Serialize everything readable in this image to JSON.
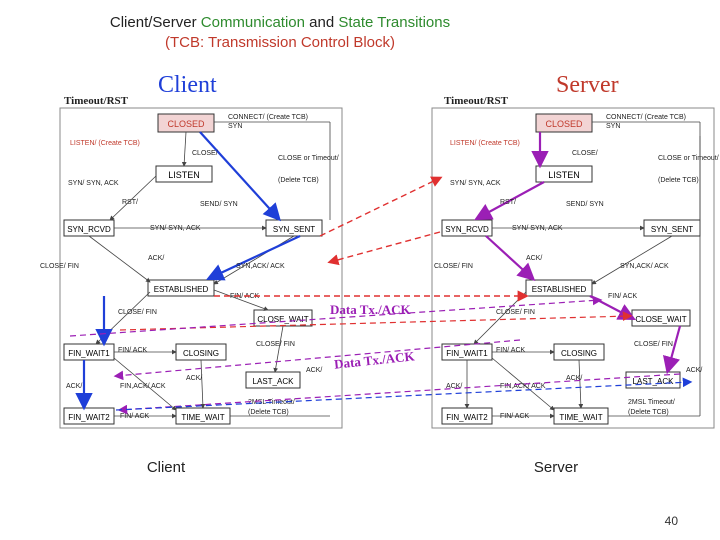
{
  "title": {
    "prefix": "Client/Server ",
    "green_word": "Communication",
    "mid": " and ",
    "green_word2": "State Transitions",
    "subtitle": "(TCB: Transmission Control Block)"
  },
  "client": {
    "heading": "Client",
    "timeout_label": "Timeout/RST",
    "bottom_label": "Client"
  },
  "server": {
    "heading": "Server",
    "timeout_label": "Timeout/RST",
    "bottom_label": "Server"
  },
  "states": {
    "closed": "CLOSED",
    "listen": "LISTEN",
    "syn_rcvd": "SYN_RCVD",
    "syn_sent": "SYN_SENT",
    "established": "ESTABLISHED",
    "close_wait": "CLOSE_WAIT",
    "fin_wait1": "FIN_WAIT1",
    "closing": "CLOSING",
    "last_ack": "LAST_ACK",
    "fin_wait2": "FIN_WAIT2",
    "time_wait": "TIME_WAIT"
  },
  "labels": {
    "connect": "CONNECT/ (Create TCB)",
    "syn": "SYN",
    "listen_create": "LISTEN/ (Create TCB)",
    "close": "CLOSE/",
    "close_or_timeout": "CLOSE or Timeout/",
    "delete_tcb": "(Delete TCB)",
    "syn_syn_ack": "SYN/ SYN, ACK",
    "rst": "RST/",
    "send_syn": "SEND/ SYN",
    "syn_syn_ack2": "SYN/ SYN, ACK",
    "ack": "ACK/",
    "synack_ack": "SYN,ACK/ ACK",
    "close_fin": "CLOSE/ FIN",
    "fin_ack": "FIN/ ACK",
    "ack2": "ACK/",
    "finack_ack": "FIN,ACK/ ACK",
    "msl": "2MSL Timeout/",
    "delete_tcb2": "(Delete TCB)"
  },
  "data_tx": {
    "upper": "Data Tx./ACK",
    "lower": "Data Tx./ACK"
  },
  "colors": {
    "blue": "#1f3fd8",
    "purple": "#9b1fb5",
    "red_dashed": "#e03030",
    "state_border": "#333333",
    "closed_fill": "#f2d4d4",
    "closed_text": "#c0392b"
  },
  "page_number": "40"
}
